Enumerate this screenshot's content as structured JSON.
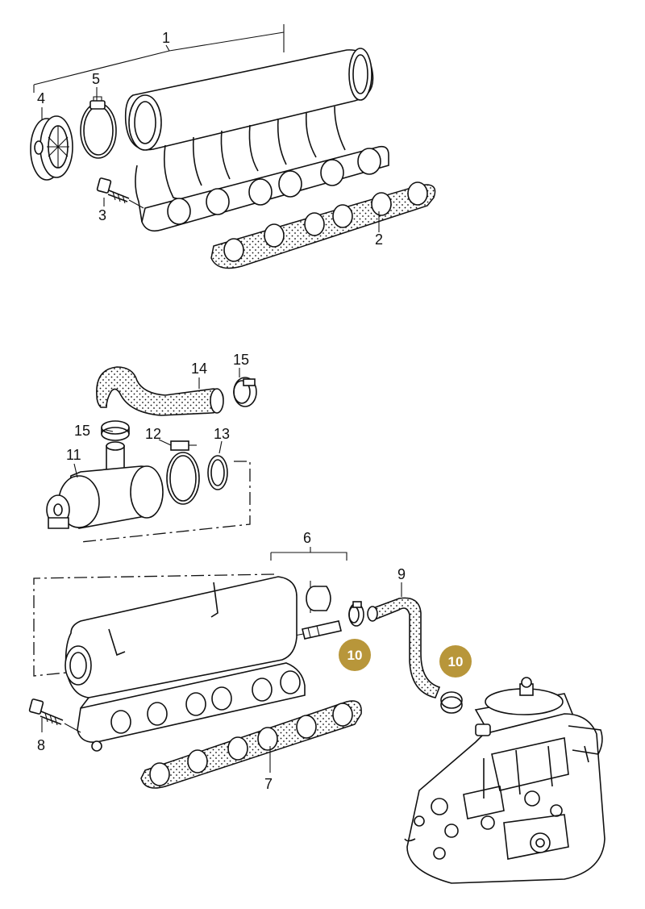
{
  "callouts": {
    "c1": "1",
    "c2": "2",
    "c3": "3",
    "c4": "4",
    "c5": "5",
    "c6": "6",
    "c7": "7",
    "c8": "8",
    "c9": "9",
    "c11": "11",
    "c12": "12",
    "c13": "13",
    "c14": "14",
    "c15a": "15",
    "c15b": "15"
  },
  "highlight_badges": [
    {
      "label": "10"
    },
    {
      "label": "10"
    }
  ],
  "colors": {
    "badge": "#B8963A",
    "line": "#111111",
    "background": "#FFFFFF"
  }
}
